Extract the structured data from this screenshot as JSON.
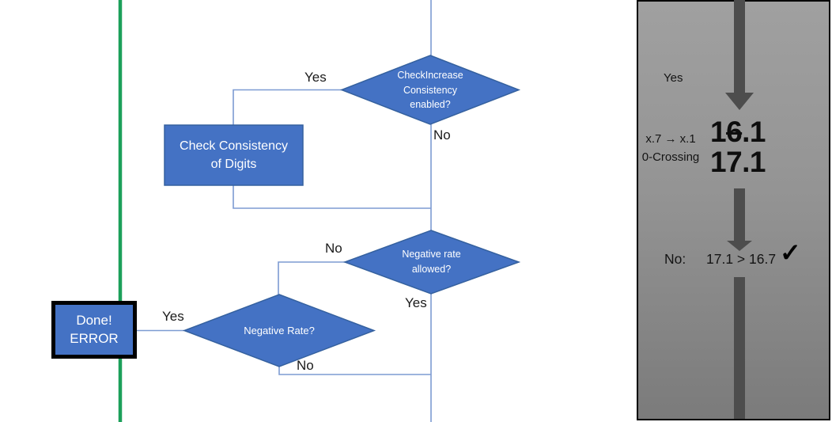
{
  "colors": {
    "shape_fill": "#4472c4",
    "shape_border": "#35619f",
    "connector": "#7d9bd2",
    "timeline_green": "#1ca05a",
    "panel_arrow": "#4d4d4d",
    "panel_bg_top": "#a0a0a0",
    "panel_bg_bottom": "#7b7b7b",
    "error_box_border": "#000000"
  },
  "flowchart": {
    "decision_consistency": "CheckIncrease\nConsistency\nenabled?",
    "process_check": "Check Consistency\nof Digits",
    "decision_negative_allowed": "Negative rate\nallowed?",
    "decision_negative_rate": "Negative Rate?",
    "terminator_error": "Done!\nERROR",
    "labels": {
      "consistency_yes": "Yes",
      "consistency_no": "No",
      "negative_allowed_no": "No",
      "negative_allowed_yes": "Yes",
      "negative_rate_yes": "Yes",
      "negative_rate_no": "No"
    }
  },
  "side_panel": {
    "yes_label": "Yes",
    "rule_line1": "x.7 → x.1",
    "rule_line2": "0-Crossing",
    "old_value_prefix": "1",
    "old_value_struck": "6",
    "old_value_suffix": ".1",
    "new_value": "17.1",
    "result_label": "No:",
    "comparison": "17.1 > 16.7",
    "checkmark": "✓"
  }
}
